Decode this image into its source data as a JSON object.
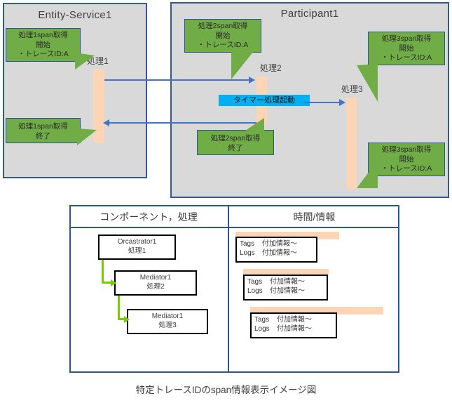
{
  "diagram": {
    "participants": [
      {
        "title": "Entity-Service1"
      },
      {
        "title": "Participant1"
      }
    ],
    "lifelines": [
      {
        "label": "処理1"
      },
      {
        "label": "処理2"
      },
      {
        "label": "処理3"
      }
    ],
    "timer_message": "タイマー処理起動",
    "callouts": [
      {
        "lines": [
          "処理1span取得",
          "開始",
          "・トレースID:A"
        ]
      },
      {
        "lines": [
          "処理1span取得",
          "終了"
        ]
      },
      {
        "lines": [
          "処理2span取得",
          "開始",
          "・トレースID:A"
        ]
      },
      {
        "lines": [
          "処理2span取得",
          "終了"
        ]
      },
      {
        "lines": [
          "処理3span取得",
          "開始",
          "・トレースID:A"
        ]
      },
      {
        "lines": [
          "処理3span取得",
          "開始",
          "・トレースID:A"
        ]
      }
    ]
  },
  "table": {
    "headers": [
      "コンポーネント，処理",
      "時間/情報"
    ],
    "components": [
      {
        "component": "Orcastrator1",
        "process": "処理1"
      },
      {
        "component": "Mediator1",
        "process": "処理2"
      },
      {
        "component": "Mediator1",
        "process": "処理3"
      }
    ],
    "spans": [
      {
        "tags_key": "Tags",
        "tags_value": "付加情報～",
        "logs_key": "Logs",
        "logs_value": "付加情報～"
      },
      {
        "tags_key": "Tags",
        "tags_value": "付加情報～",
        "logs_key": "Logs",
        "logs_value": "付加情報～"
      },
      {
        "tags_key": "Tags",
        "tags_value": "付加情報～",
        "logs_key": "Logs",
        "logs_value": "付加情報～"
      }
    ]
  },
  "caption": "特定トレースIDのspan情報表示イメージ図",
  "colors": {
    "container_fill": "#d9d9d9",
    "container_border": "#33598f",
    "callout_fill": "#70ad47",
    "callout_border": "#2e5496",
    "activation_bar": "#fbd5b5",
    "arrow": "#4472c4",
    "timer_fill": "#00b0f0",
    "green_arrow": "#70d000",
    "table_border": "#2e5496"
  }
}
